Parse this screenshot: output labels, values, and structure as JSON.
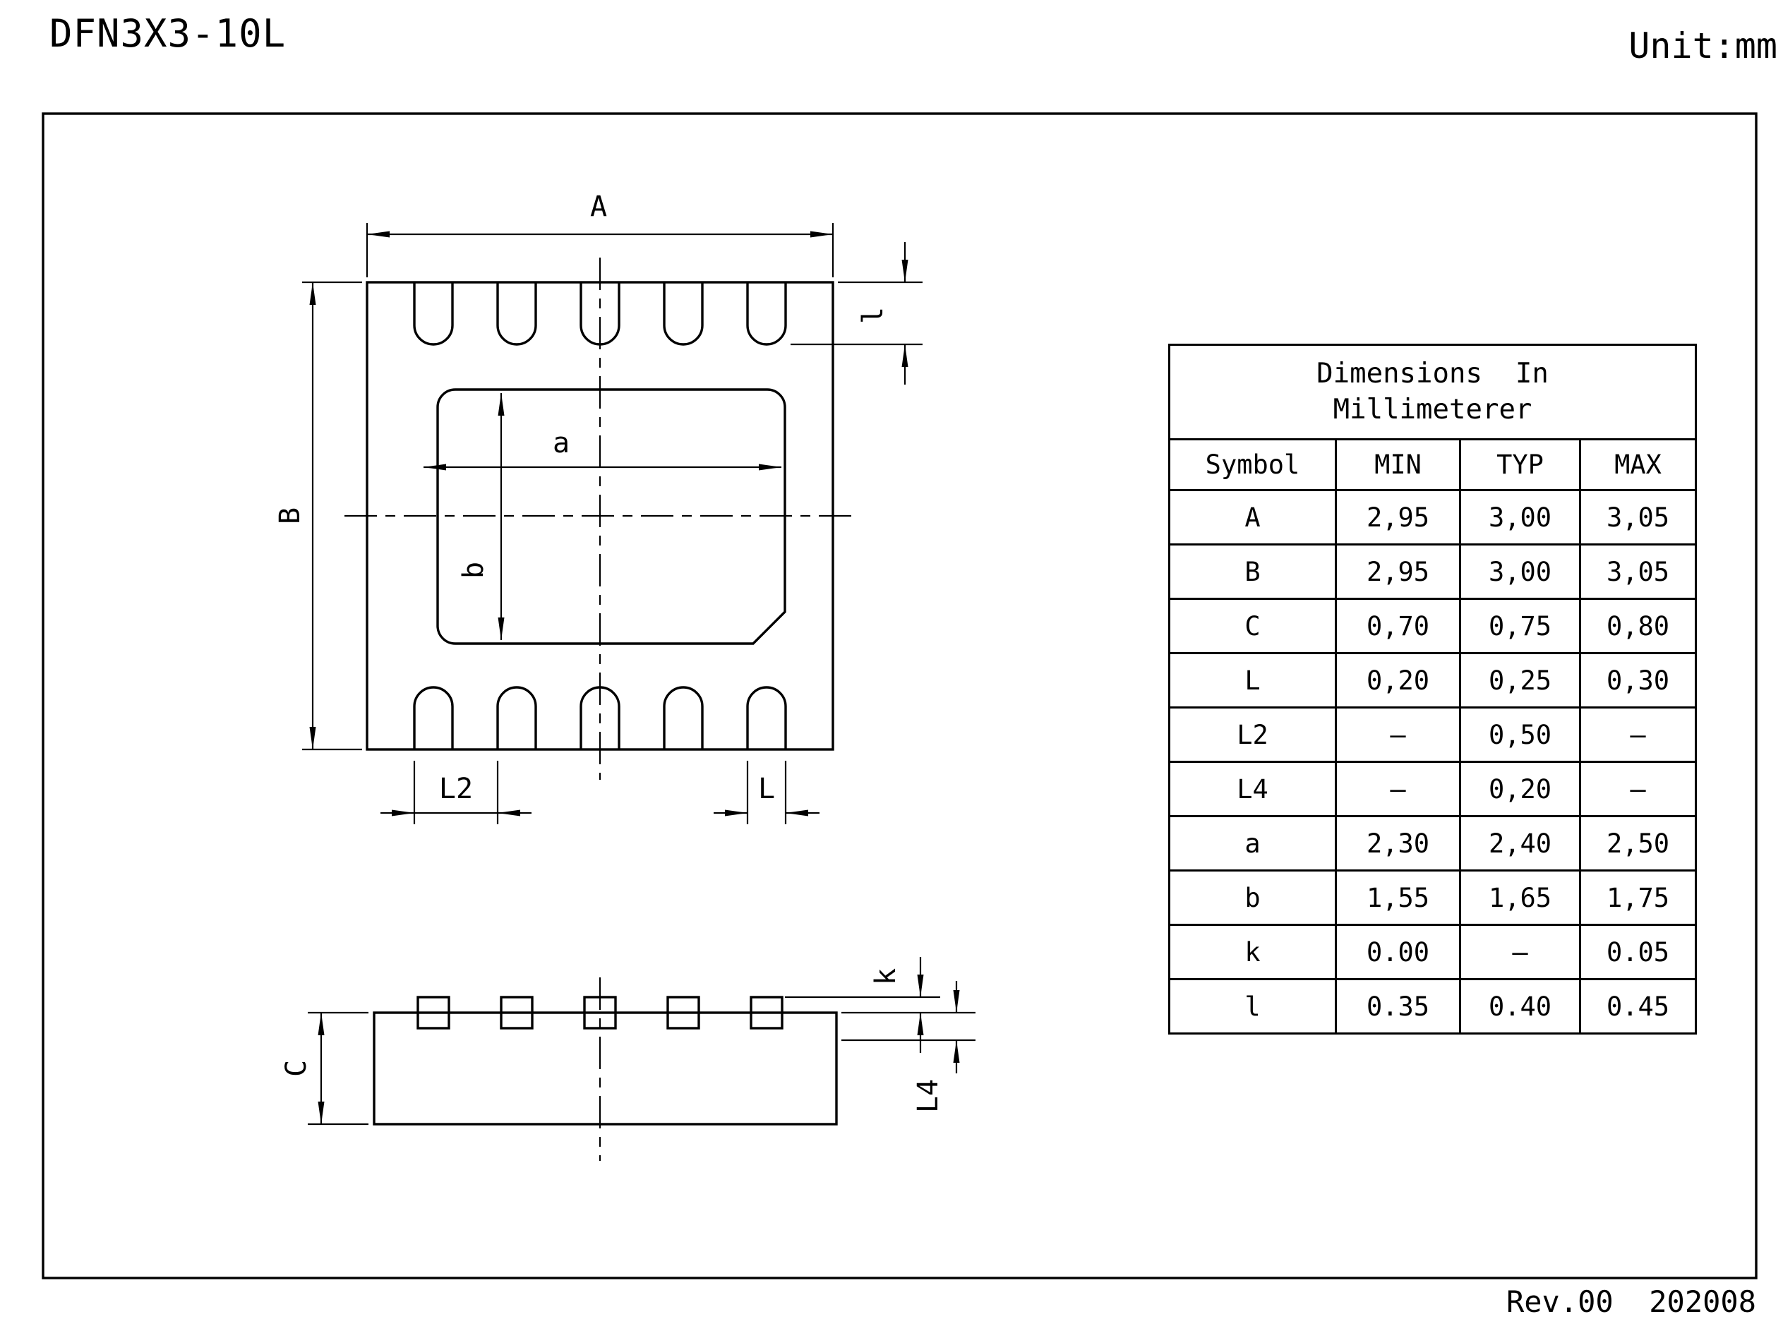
{
  "page": {
    "title": "DFN3X3-10L",
    "unit_label": "Unit:mm",
    "footer": "Rev.00  202008"
  },
  "drawing_labels": {
    "A": "A",
    "B": "B",
    "a": "a",
    "b": "b",
    "L2": "L2",
    "L": "L",
    "l": "l",
    "C": "C",
    "k": "k",
    "L4": "L4"
  },
  "table": {
    "title_line1": "Dimensions  In",
    "title_line2": "Millimeterer",
    "headers": [
      "Symbol",
      "MIN",
      "TYP",
      "MAX"
    ],
    "rows": [
      {
        "symbol": "A",
        "min": "2,95",
        "typ": "3,00",
        "max": "3,05"
      },
      {
        "symbol": "B",
        "min": "2,95",
        "typ": "3,00",
        "max": "3,05"
      },
      {
        "symbol": "C",
        "min": "0,70",
        "typ": "0,75",
        "max": "0,80"
      },
      {
        "symbol": "L",
        "min": "0,20",
        "typ": "0,25",
        "max": "0,30"
      },
      {
        "symbol": "L2",
        "min": "–",
        "typ": "0,50",
        "max": "–"
      },
      {
        "symbol": "L4",
        "min": "–",
        "typ": "0,20",
        "max": "–"
      },
      {
        "symbol": "a",
        "min": "2,30",
        "typ": "2,40",
        "max": "2,50"
      },
      {
        "symbol": "b",
        "min": "1,55",
        "typ": "1,65",
        "max": "1,75"
      },
      {
        "symbol": "k",
        "min": "0.00",
        "typ": "–",
        "max": "0.05"
      },
      {
        "symbol": "l",
        "min": "0.35",
        "typ": "0.40",
        "max": "0.45"
      }
    ]
  }
}
